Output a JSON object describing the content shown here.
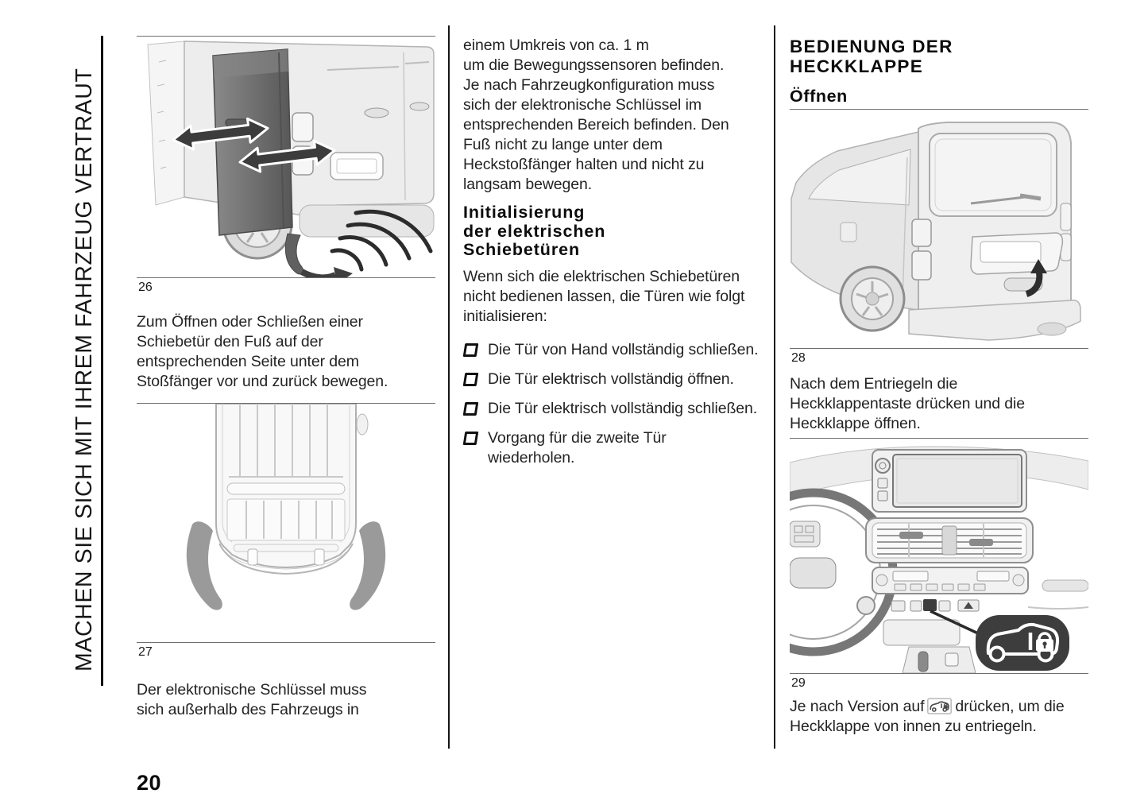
{
  "sidebar": {
    "title": "MACHEN SIE SICH MIT IHREM FAHRZEUG VERTRAUT"
  },
  "page": {
    "number": "20"
  },
  "col1": {
    "figure26": {
      "label": "26",
      "icon": "van-side-sliding-door-kick-sensor-illustration"
    },
    "para1": "Zum Öffnen oder Schließen einer\nSchiebetür den Fuß auf der\nentsprechenden Seite unter dem\nStoßfänger vor und zurück bewegen.",
    "figure27": {
      "label": "27",
      "icon": "van-top-view-sensor-zones-illustration"
    },
    "para2": "Der elektronische Schlüssel muss\nsich außerhalb des Fahrzeugs in"
  },
  "col2": {
    "para1": "einem Umkreis von ca. 1 m\num die Bewegungssensoren befinden.\nJe nach Fahrzeugkonfiguration muss\nsich der elektronische Schlüssel im\nentsprechenden Bereich befinden. Den\nFuß nicht zu lange unter dem\nHeckstoßfänger halten und nicht zu\nlangsam bewegen.",
    "heading": "Initialisierung\nder elektrischen\nSchiebetüren",
    "para2": "Wenn sich die elektrischen Schiebetüren\nnicht bedienen lassen, die Türen wie folgt\ninitialisieren:",
    "list_bullet_icon": "open-square-bullet",
    "list": [
      "Die Tür von Hand vollständig schließen.",
      "Die Tür elektrisch vollständig öffnen.",
      "Die Tür elektrisch vollständig schließen.",
      "Vorgang für die zweite Tür\nwiederholen."
    ]
  },
  "col3": {
    "heading": "BEDIENUNG DER\nHECKKLAPPE",
    "subheading": "Öffnen",
    "figure28": {
      "label": "28",
      "icon": "van-rear-tailgate-open-arrow-illustration"
    },
    "para1": "Nach dem Entriegeln die\nHeckklappentaste drücken und die\nHeckklappe öffnen.",
    "figure29": {
      "label": "29",
      "icon": "dashboard-tailgate-unlock-button-callout-illustration"
    },
    "para2_before_icon": "Je nach Version auf",
    "para2_inline_icon": "tailgate-unlock-button-icon",
    "para2_after_icon": "drücken, um die\nHeckklappe von innen zu entriegeln."
  },
  "colors": {
    "text": "#232323",
    "heading": "#0c0c0c",
    "figure_rule": "#6f6f6f",
    "column_divider": "#151515",
    "vehicle_body_gray": "#ededed",
    "sliding_door_dark": "#6e6e6e",
    "sensor_zone_gray": "#9a9a9a",
    "callout_bg": "#3d3d3d"
  }
}
